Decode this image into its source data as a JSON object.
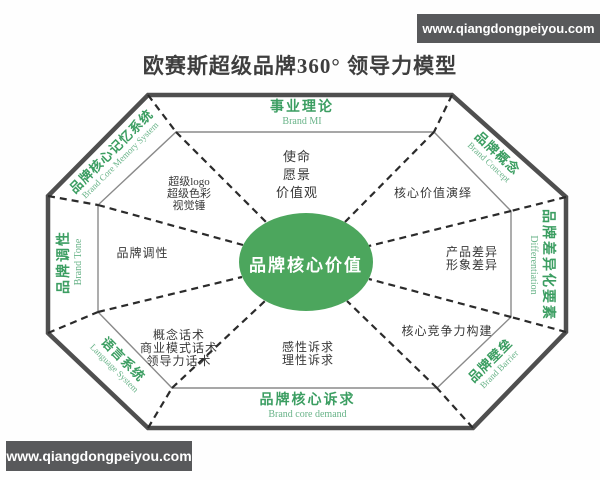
{
  "title": "欧赛斯超级品牌360° 领导力模型",
  "watermarks": {
    "top_right": "www.qiangdongpeiyou.com",
    "bottom_left": "www.qiangdongpeiyou.com"
  },
  "center": {
    "label": "品牌核心价值"
  },
  "bands": {
    "top": {
      "zh": "事业理论",
      "en": "Brand MI"
    },
    "top_left": {
      "zh": "品牌核心记忆系统",
      "en": "Brand Core Memory System"
    },
    "left": {
      "zh": "品牌调性",
      "en": "Brand Tone"
    },
    "bottom_left": {
      "zh": "语言系统",
      "en": "Language System"
    },
    "bottom": {
      "zh": "品牌核心诉求",
      "en": "Brand core demand"
    },
    "bottom_right": {
      "zh": "品牌壁垒",
      "en": "Brand Barrier"
    },
    "right": {
      "zh": "品牌差异化要素",
      "en": "Differentiation"
    },
    "top_right": {
      "zh": "品牌概念",
      "en": "Brand Concept"
    }
  },
  "sectors": {
    "top": {
      "lines": [
        "使命",
        "愿景",
        "价值观"
      ]
    },
    "top_left": {
      "lines": [
        "超级logo",
        "超级色彩",
        "视觉锤"
      ]
    },
    "left": {
      "lines": [
        "品牌调性"
      ]
    },
    "bottom_left": {
      "lines": [
        "概念话术",
        "商业模式话术",
        "领导力话术"
      ]
    },
    "bottom": {
      "lines": [
        "感性诉求",
        "理性诉求"
      ]
    },
    "bottom_right": {
      "lines": [
        "核心竞争力构建"
      ]
    },
    "right": {
      "lines": [
        "产品差异",
        "形象差异"
      ]
    },
    "top_right": {
      "lines": [
        "核心价值演绎"
      ]
    }
  },
  "colors": {
    "band_label_green": "#3c9e62",
    "band_label_en_green": "#68b388",
    "ellipse_green": "#4ca65d",
    "outer_border": "#4f4f4f",
    "inner_border": "#8a8a8a",
    "dashed_line": "#2b2b2b",
    "watermark_bg": "#58595b",
    "title_color": "#3e3e3e"
  }
}
